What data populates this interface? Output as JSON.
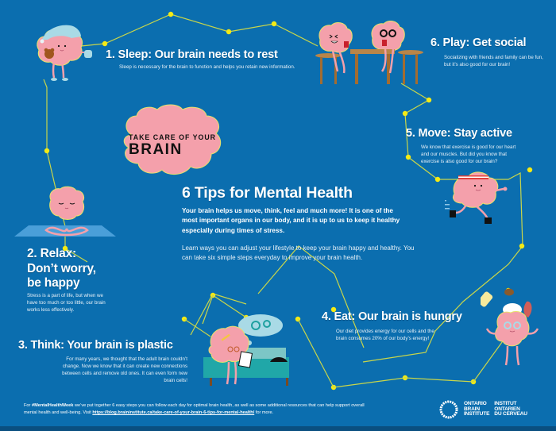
{
  "header": {
    "badge_line1": "TAKE CARE OF YOUR",
    "badge_line2": "BRAIN",
    "title": "6 Tips for Mental Health",
    "intro_bold": "Your brain helps us move, think, feel and much more! It is one of the most important organs in our body, and it is up to us to keep it healthy especially during times of stress.",
    "intro_regular": "Learn ways you can adjust your lifestyle to keep your brain happy and healthy. You can take six simple steps everyday to improve your brain health."
  },
  "tips": [
    {
      "number": 1,
      "title": "1. Sleep: Our brain needs to rest",
      "body": "Sleep is necessary for the brain to function and helps you retain new information.",
      "illustration": "brain-sleeping-nightcap-teddy-mug"
    },
    {
      "number": 2,
      "title_line1": "2. Relax:",
      "title_line2": "Don’t worry,",
      "title_line3": "be happy",
      "body": "Stress is a part of life, but when we have too much or too little, our brain works less effectively.",
      "illustration": "brain-meditating-yoga-mat"
    },
    {
      "number": 3,
      "title": "3. Think: Your brain is plastic",
      "body": "For many years, we thought that the adult brain couldn’t change. Now we know that it can create new connections between cells and remove old ones. It can even form new brain cells!",
      "illustration": "brain-puzzle-couch-gears-thought"
    },
    {
      "number": 4,
      "title": "4. Eat: Our brain is hungry",
      "body": "Our diet provides energy for our cells and the brain consumes 20% of our body’s energy!",
      "illustration": "brain-chef-food"
    },
    {
      "number": 5,
      "title": "5. Move: Stay active",
      "body": "We know that exercise is good for our heart and our muscles. But did you know that exercise is also good for our brain?",
      "illustration": "brain-running-headband"
    },
    {
      "number": 6,
      "title": "6. Play: Get social",
      "body": "Socializing with friends and family can be fun, but it’s also good for our brain!",
      "illustration": "brains-playing-cards-table"
    }
  ],
  "footer": {
    "pre": "For ",
    "hashtag": "#MentalHealthWeek",
    "mid": " we’ve put together 6 easy steps you can follow each day for optimal brain health, as well as some additional resources that can help support overall mental health and well-being. Visit ",
    "link": "https://blog.braininstitute.ca/take-care-of-your-brain-6-tips-for-mental-health/",
    "post": " for more."
  },
  "logo": {
    "en_line1": "ONTARIO",
    "en_line2": "BRAIN",
    "en_line3": "INSTITUTE",
    "fr_line1": "INSTITUT",
    "fr_line2": "ONTARIEN",
    "fr_line3": "DU CERVEAU"
  },
  "colors": {
    "background": "#0b6eaf",
    "path_line": "#c9d64a",
    "path_dot": "#f5ea14",
    "brain_pink": "#f4a0ab",
    "brain_outline": "#e7e36a",
    "text": "#ffffff"
  }
}
